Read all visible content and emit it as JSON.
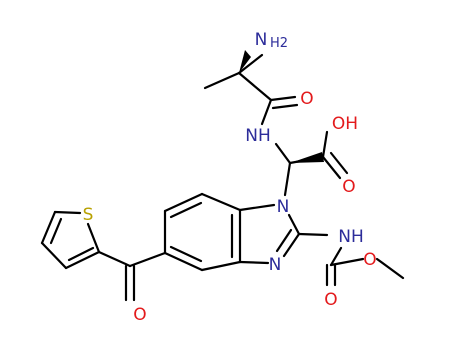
{
  "structure": {
    "atoms": {
      "amine_n": "N",
      "amine_h2": "H2",
      "amide_o": "O",
      "amide_nh": "NH",
      "acid_oh": "OH",
      "acid_o": "O",
      "ring_n1": "N",
      "ring_n3": "N",
      "thiophene_s": "S",
      "ketone_o": "O",
      "carbamate_nh": "NH",
      "carbamate_o_double": "O",
      "carbamate_o_ether": "O"
    },
    "colors": {
      "bond": "#000000",
      "nitrogen": "#2c2c9a",
      "oxygen": "#e31a1c",
      "sulfur": "#b8a100"
    }
  }
}
